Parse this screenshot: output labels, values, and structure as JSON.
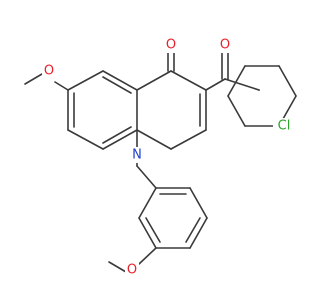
{
  "atoms": {
    "ketone_o": {
      "label": "O",
      "color": "#e8222a"
    },
    "carbonyl_o": {
      "label": "O",
      "color": "#e8222a"
    },
    "methoxy_o_quinoline": {
      "label": "O",
      "color": "#e8222a"
    },
    "nitrogen": {
      "label": "N",
      "color": "#1f3fd1"
    },
    "chlorine": {
      "label": "Cl",
      "color": "#2aa52a"
    },
    "methoxy_o_benzyl": {
      "label": "O",
      "color": "#e8222a"
    }
  },
  "bond_color": "#3a3a3a"
}
